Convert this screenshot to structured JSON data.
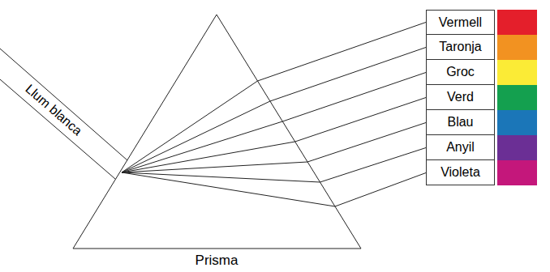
{
  "diagram": {
    "labels": [
      "Llum blanca",
      "Prisma"
    ],
    "legend": [
      {
        "text": "Vermell",
        "color": "#e41f2b"
      },
      {
        "text": "Taronja",
        "color": "#f29221"
      },
      {
        "text": "Groc",
        "color": "#fbeb36"
      },
      {
        "text": "Verd",
        "color": "#14a04f"
      },
      {
        "text": "Blau",
        "color": "#1b76b8"
      },
      {
        "text": "Anyil",
        "color": "#6b2f95"
      },
      {
        "text": "Violeta",
        "color": "#c4177b"
      }
    ]
  }
}
